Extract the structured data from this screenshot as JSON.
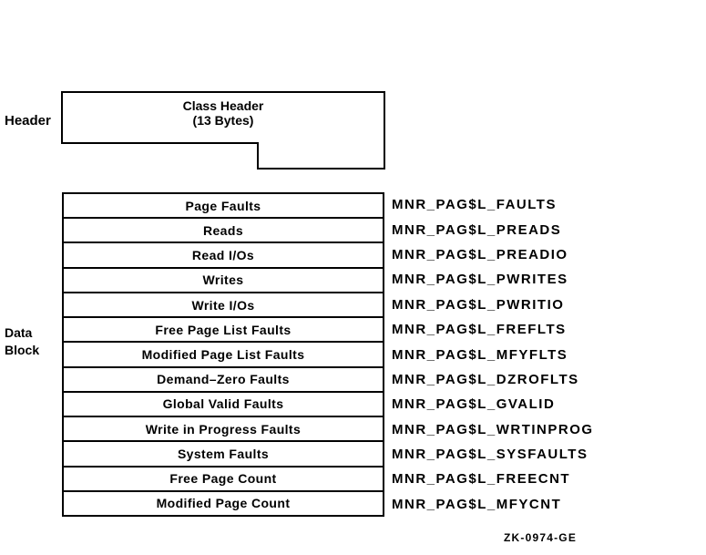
{
  "labels": {
    "header": "Header",
    "data_block": [
      "Data",
      "Block"
    ],
    "figure_id": "ZK-0974-GE"
  },
  "class_header": {
    "line1": "Class Header",
    "line2": "(13 Bytes)"
  },
  "rows": [
    {
      "field": "Page Faults",
      "symbol": "MNR_PAG$L_FAULTS"
    },
    {
      "field": "Reads",
      "symbol": "MNR_PAG$L_PREADS"
    },
    {
      "field": "Read I/Os",
      "symbol": "MNR_PAG$L_PREADIO"
    },
    {
      "field": "Writes",
      "symbol": "MNR_PAG$L_PWRITES"
    },
    {
      "field": "Write I/Os",
      "symbol": "MNR_PAG$L_PWRITIO"
    },
    {
      "field": "Free Page List Faults",
      "symbol": "MNR_PAG$L_FREFLTS"
    },
    {
      "field": "Modified Page List Faults",
      "symbol": "MNR_PAG$L_MFYFLTS"
    },
    {
      "field": "Demand–Zero Faults",
      "symbol": "MNR_PAG$L_DZROFLTS"
    },
    {
      "field": "Global Valid Faults",
      "symbol": "MNR_PAG$L_GVALID"
    },
    {
      "field": "Write in Progress Faults",
      "symbol": "MNR_PAG$L_WRTINPROG"
    },
    {
      "field": "System Faults",
      "symbol": "MNR_PAG$L_SYSFAULTS"
    },
    {
      "field": "Free Page Count",
      "symbol": "MNR_PAG$L_FREECNT"
    },
    {
      "field": "Modified Page Count",
      "symbol": "MNR_PAG$L_MFYCNT"
    }
  ],
  "colors": {
    "line": "#000000",
    "background": "#ffffff"
  }
}
